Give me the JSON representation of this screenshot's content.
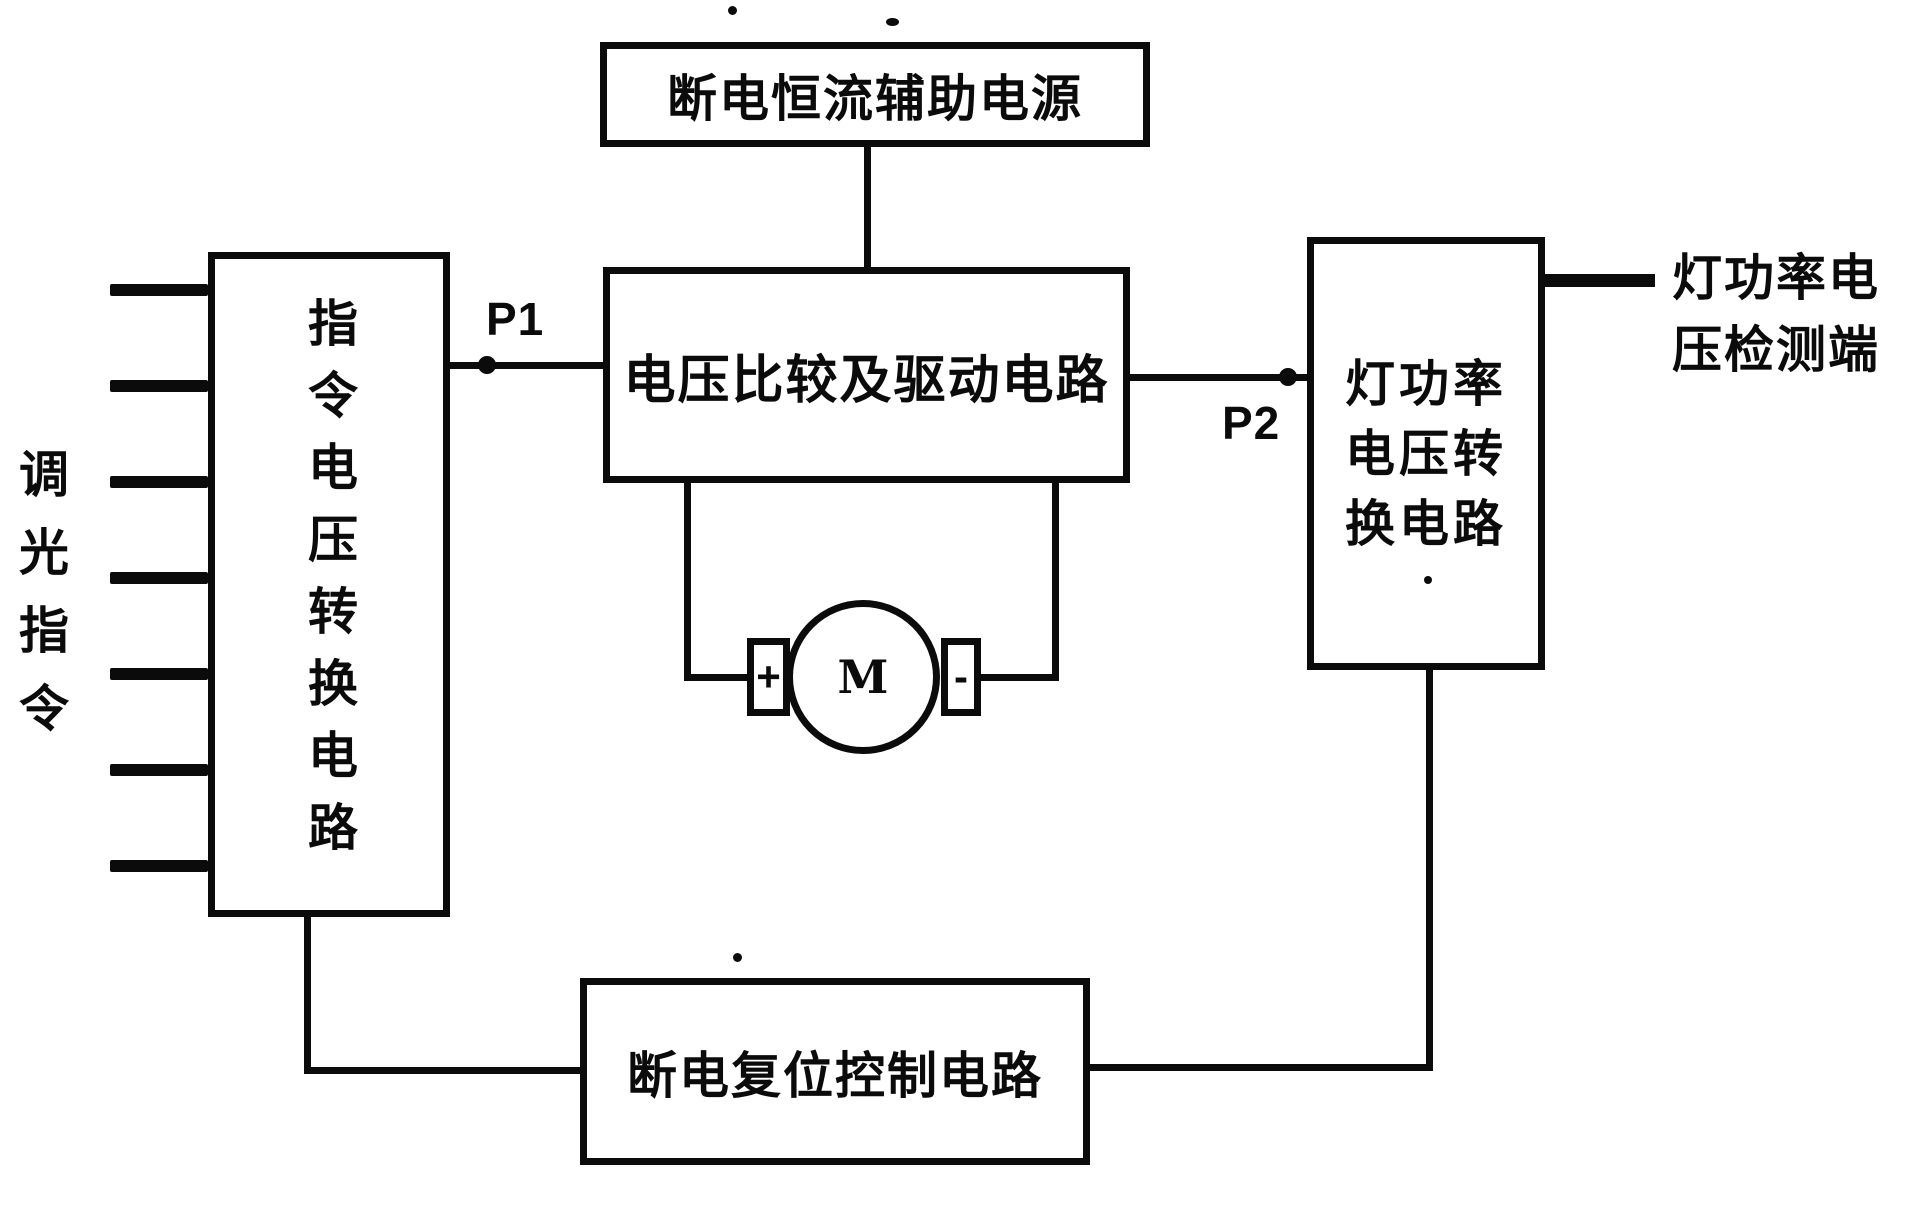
{
  "colors": {
    "ink": "#0b0b0b",
    "paper": "#ffffff"
  },
  "blocks": {
    "aux_power": {
      "label": "断电恒流辅助电源"
    },
    "comparator_driver": {
      "label": "电压比较及驱动电路"
    },
    "command_voltage_converter": {
      "label": "指令电压转换电路"
    },
    "lamp_power_converter": {
      "label": "灯功率电压转换电路",
      "lines": [
        "灯功率",
        "电压转",
        "换电路"
      ]
    },
    "power_off_reset": {
      "label": "断电复位控制电路"
    }
  },
  "terminals": {
    "dimming_command": {
      "label": "调光指令",
      "input_count": 7
    },
    "lamp_power_detect": {
      "label": "灯功率电压检测端",
      "lines": [
        "灯功率电",
        "压检测端"
      ]
    }
  },
  "nodes": {
    "p1": "P1",
    "p2": "P2"
  },
  "motor": {
    "symbol": "M",
    "plus": "+",
    "minus": "-"
  }
}
